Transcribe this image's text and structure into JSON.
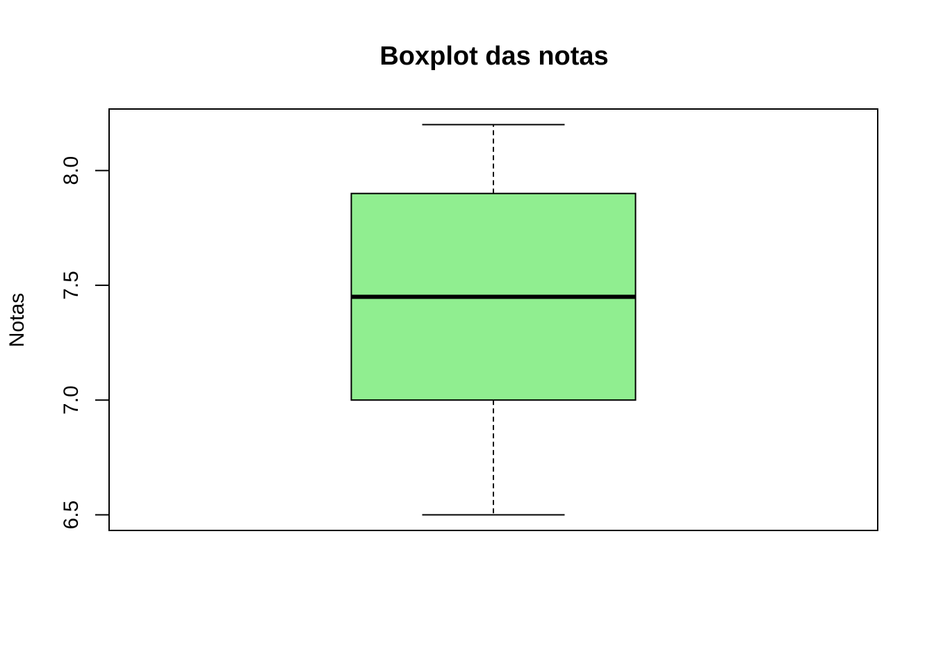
{
  "chart_data": {
    "type": "boxplot",
    "title": "Boxplot das notas",
    "xlabel": "",
    "ylabel": "Notas",
    "ylim": [
      6.432,
      8.268
    ],
    "y_ticks": [
      6.5,
      7.0,
      7.5,
      8.0
    ],
    "y_tick_labels": [
      "6.5",
      "7.0",
      "7.5",
      "8.0"
    ],
    "boxes": [
      {
        "min": 6.5,
        "q1": 7.0,
        "median": 7.45,
        "q3": 7.9,
        "max": 8.2,
        "fill": "#90ee90"
      }
    ],
    "grid": false,
    "legend": "none"
  }
}
